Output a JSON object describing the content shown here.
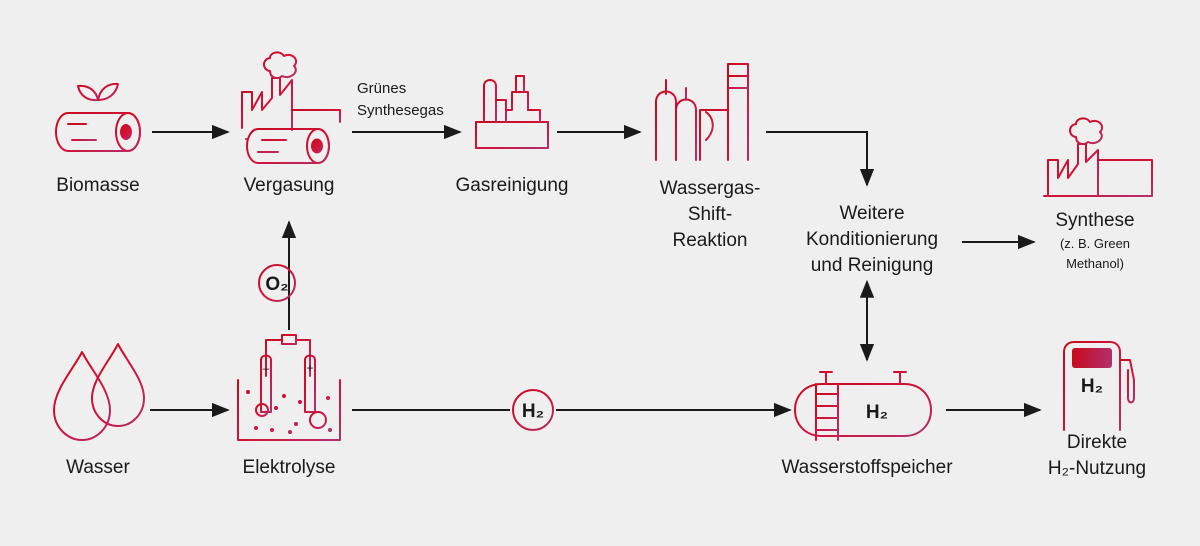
{
  "nodes": {
    "biomasse": "Biomasse",
    "vergasung": "Vergasung",
    "gasreinigung": "Gasreinigung",
    "wgs": [
      "Wassergas-",
      "Shift-",
      "Reaktion"
    ],
    "konditionierung": [
      "Weitere",
      "Konditionierung",
      "und Reinigung"
    ],
    "synthese": "Synthese",
    "synthese_sub": [
      "(z. B. Green",
      "Methanol)"
    ],
    "wasser": "Wasser",
    "elektrolyse": "Elektrolyse",
    "speicher": "Wasserstoffspeicher",
    "nutzung": [
      "Direkte",
      "H₂-Nutzung"
    ]
  },
  "flow_label": [
    "Grünes",
    "Synthesegas"
  ],
  "badges": {
    "o2": "O₂",
    "h2_flow": "H₂",
    "h2_tank": "H₂",
    "h2_pump": "H₂",
    "electrode_minus": "–",
    "electrode_plus": "+"
  },
  "colors": {
    "gradient_start": "#c80a1e",
    "gradient_mid": "#d2143c",
    "gradient_end": "#b1306a",
    "background": "#efefef",
    "arrow": "#1a1a1a"
  }
}
